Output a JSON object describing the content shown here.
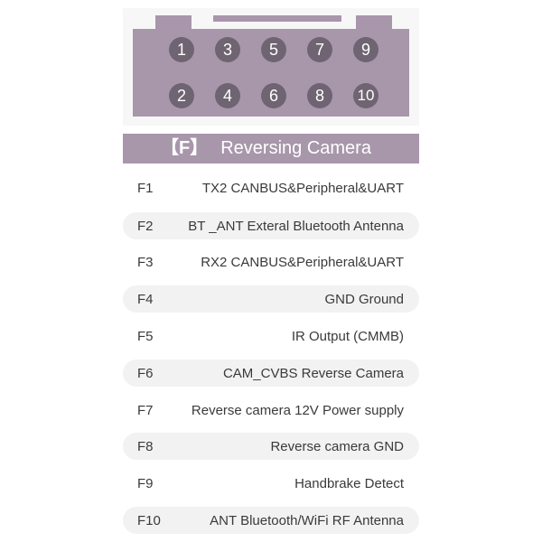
{
  "connector": {
    "pins_top": [
      "1",
      "3",
      "5",
      "7",
      "9"
    ],
    "pins_bottom": [
      "2",
      "4",
      "6",
      "8",
      "10"
    ]
  },
  "header": {
    "code": "【F】",
    "title": "Reversing  Camera"
  },
  "pinout": [
    {
      "code": "F1",
      "desc": "TX2 CANBUS&Peripheral&UART"
    },
    {
      "code": "F2",
      "desc": "BT _ANT Exteral Bluetooth Antenna"
    },
    {
      "code": "F3",
      "desc": "RX2 CANBUS&Peripheral&UART"
    },
    {
      "code": "F4",
      "desc": "GND Ground"
    },
    {
      "code": "F5",
      "desc": "IR Output (CMMB)"
    },
    {
      "code": "F6",
      "desc": "CAM_CVBS Reverse Camera"
    },
    {
      "code": "F7",
      "desc": "Reverse camera 12V Power supply"
    },
    {
      "code": "F8",
      "desc": "Reverse camera GND"
    },
    {
      "code": "F9",
      "desc": "Handbrake Detect"
    },
    {
      "code": "F10",
      "desc": "ANT Bluetooth/WiFi RF Antenna"
    }
  ],
  "colors": {
    "accent": "#a896ab",
    "pin": "#6f6471",
    "row_shade": "#f2f2f2"
  }
}
